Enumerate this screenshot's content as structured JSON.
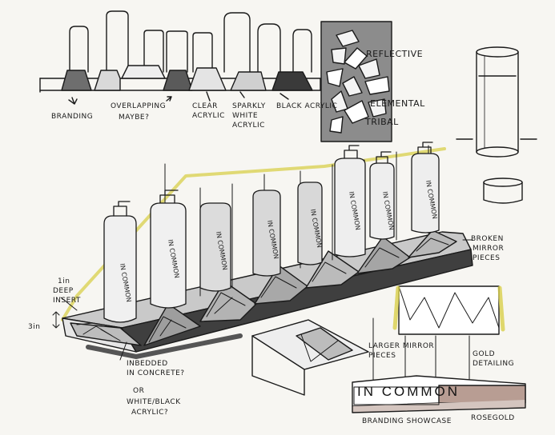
{
  "labels": {
    "branding": "BRANDING",
    "overlapping": "OVERLAPPING",
    "maybe": "MAYBE?",
    "clear": "CLEAR",
    "acrylic": "ACRYLIC",
    "sparkly_1": "SPARKLY",
    "sparkly_2": "WHITE",
    "sparkly_3": "ACRYLIC",
    "black_acrylic": "BLACK ACRYLIC",
    "reflective": "REFLECTIVE",
    "elemental": "ELEMENTAL",
    "tribal": "TRIBAL",
    "broken_1": "BROKEN",
    "broken_2": "MIRROR",
    "broken_3": "PIECES",
    "insert_1": "1in",
    "insert_2": "DEEP",
    "insert_3": "INSERT",
    "height": "3in",
    "concrete_1": "INBEDDED",
    "concrete_2": "IN CONCRETE?",
    "concrete_3": "OR",
    "concrete_4": "WHITE/BLACK",
    "concrete_5": "ACRYLIC?",
    "larger_1": "LARGER MIRROR",
    "larger_2": "PIECES",
    "gold_1": "GOLD",
    "gold_2": "DETAILING",
    "showcase": "BRANDING SHOWCASE",
    "rosegold": "ROSEGOLD",
    "brand_name": "IN COMMON"
  },
  "bottle_text": "IN COMMON",
  "colors": {
    "paper": "#f7f6f2",
    "ink": "#1a1a1a",
    "grey_marker": "#9a9a9a",
    "dark_marker": "#4a4a4a",
    "yellow_marker": "#e8e27a",
    "rosegold": "#b89d93"
  }
}
